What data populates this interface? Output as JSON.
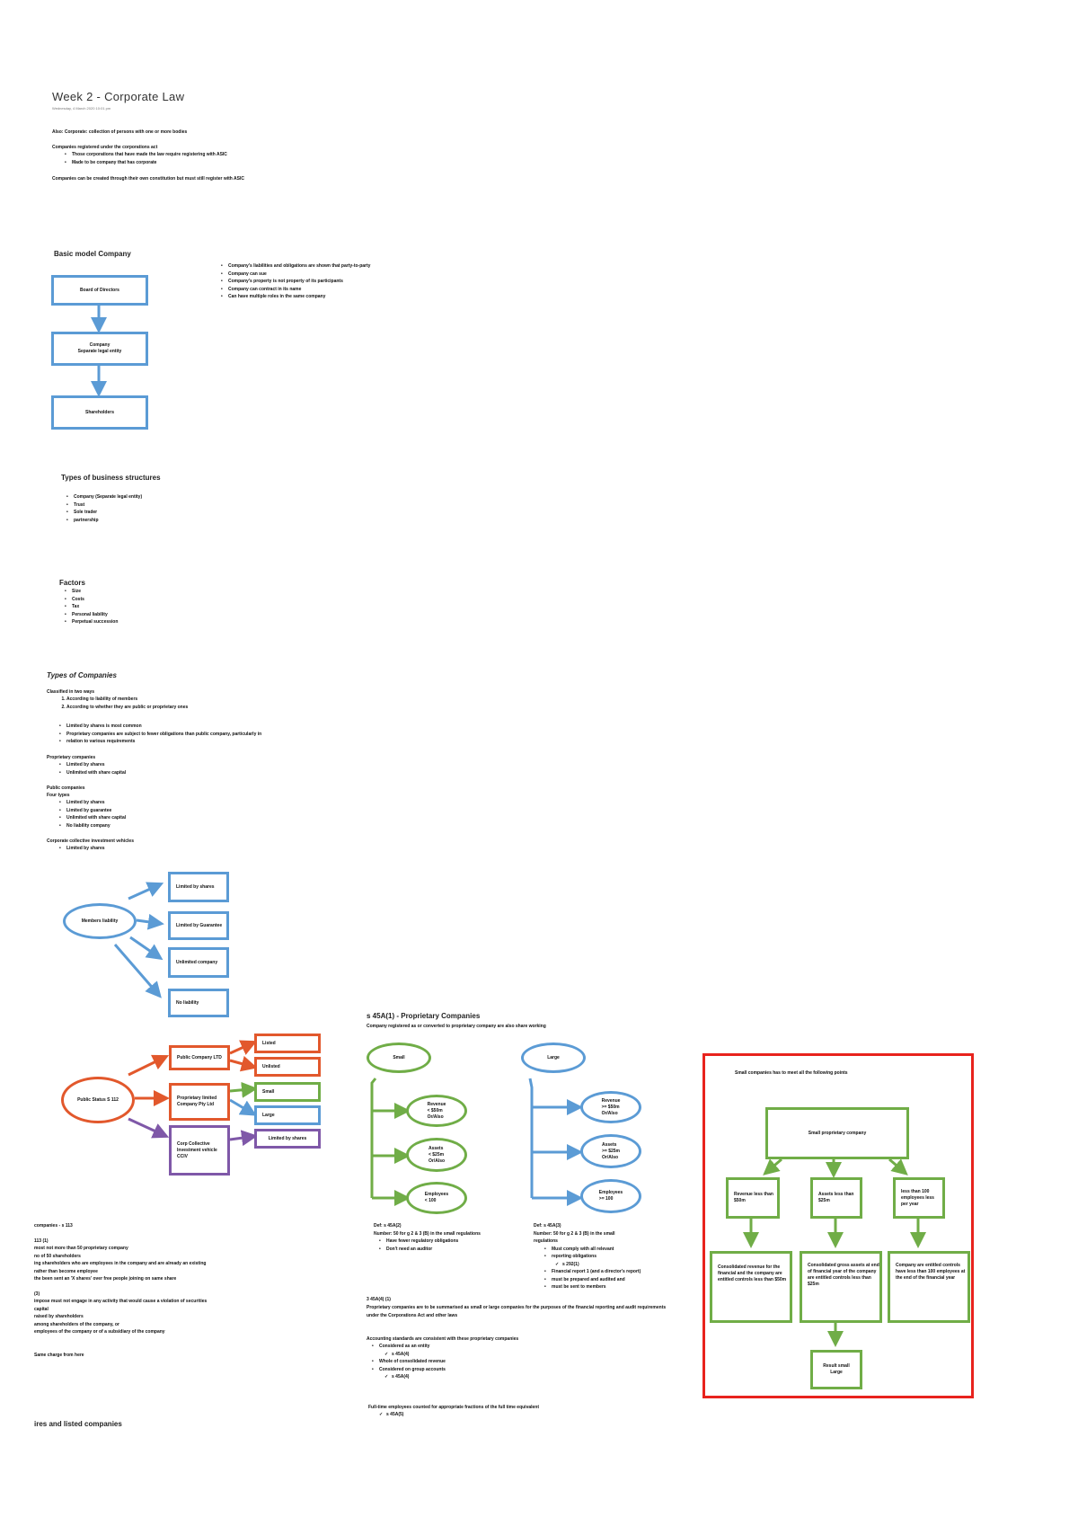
{
  "page": {
    "title": "Week 2 - Corporate Law",
    "meta": "Wednesday, 4 March 2020    10:01 pm"
  },
  "intro": {
    "line1": "Also: Corporate: collection of persons with one or more bodies",
    "line2": "Companies registered under the corporations act",
    "bullets": [
      "Those corporations that have made the law require registering with ASIC",
      "Made to be company that has corporate"
    ],
    "line3": "Companies can be created through their own constitution but must still register with ASIC"
  },
  "basic_model": {
    "heading": "Basic model Company",
    "box1": "Board of Directors",
    "box2": "Company\nSeparate legal entity",
    "box3": "Shareholders",
    "bullets": [
      "Company's liabilities and obligations are shown that party-to-party",
      "Company can sue",
      "Company's property is not property of its participants",
      "Company can contract in its name",
      "Can have multiple roles in the same company"
    ]
  },
  "business_structures": {
    "heading": "Types of business structures",
    "items": [
      "Company (Separate legal entity)",
      "Trust",
      "Sole trader",
      "partnership"
    ]
  },
  "factors": {
    "heading": "Factors",
    "items": [
      "Size",
      "Costs",
      "Tax",
      "Personal liability",
      "Perpetual succession"
    ]
  },
  "types_companies": {
    "heading": "Types of Companies",
    "classified": "Classified in two ways",
    "numbered": [
      "According to liability of members",
      "According to whether they are public or proprietary ones"
    ],
    "bullets": [
      "Limited by shares is most common",
      "Proprietary companies are subject to fewer obligations than public company, particularly in",
      "relation to various requirements"
    ],
    "prop_heading": "Proprietary companies",
    "prop_items": [
      "Limited by shares",
      "Unlimited with share capital"
    ],
    "pub_heading": "Public companies",
    "pub_sub": "Four types",
    "pub_items": [
      "Limited by shares",
      "Limited by guarantee",
      "Unlimited with share capital",
      "No liability company"
    ],
    "cci_heading": "Corporate collective investment vehicles",
    "cci_items": [
      "Limited by shares"
    ]
  },
  "member_diagram": {
    "oval": "Members liability",
    "boxes": [
      "Limited by shares",
      "Limited by Guarantee",
      "Unlimited company",
      "No liability"
    ]
  },
  "public_status_diagram": {
    "oval": "Public Status S 112",
    "box_public": "Public Company LTD",
    "box_proprietary": "Proprietary limited Company Pty Ltd",
    "box_ccv": "Corp Collective Investment vehicle\nCCIV",
    "listed": "Listed",
    "unlisted": "Unlisted",
    "small": "Small",
    "large": "Large",
    "limited_by_shares": "Limited by shares"
  },
  "small_notes": {
    "heading": "companies - s 113",
    "part_a_heading": "113 (1)",
    "part_a_lines": [
      "most not more than 50 proprietary company",
      "no of 50 shareholders",
      "ing shareholders who are employees in the company and are already an existing",
      "rather than become employee",
      "the been sent an 'X shares' over free people joining on same share"
    ],
    "part_b_heading": "(3)",
    "part_b_lines": [
      "impose must not engage in any activity that would cause a violation of securities",
      "capital",
      "raised by shareholders",
      "among shareholders of the company, or",
      "employees of the company or of a subsidiary of the company"
    ],
    "foot": "Same charge from here",
    "bottom": "ires and listed companies"
  },
  "prop_companies": {
    "heading": "s 45A(1) - Proprietary Companies",
    "sub": "Company registered as or converted to proprietary company are also share working",
    "small_oval": "Small",
    "large_oval": "Large",
    "small_children": [
      "Revenue\n< $50m\nOr/Also",
      "Assets\n< $25m\nOr/Also",
      "Employees\n< 100"
    ],
    "large_children": [
      "Revenue\n>= $50m\nOr/Also",
      "Assets\n>= $25m\nOr/Also",
      "Employees\n>= 100"
    ],
    "small_notes": [
      "Def: s 45A(2)",
      "Number: 50 for g 2 & 3 (B) in the small regulations"
    ],
    "small_bullets": [
      "Have fewer regulatory obligations",
      "Don't need an auditor"
    ],
    "large_notes": [
      "Def: s 45A(3)",
      "Number: 50 for g 2 & 3 (B) in the small",
      "regulations"
    ],
    "large_bullets": [
      "Must comply with all relevant",
      "reporting obligations",
      "Financial report 1 (and a director's report)",
      "must be prepared and audited and",
      "must be sent to members"
    ],
    "large_check": "s 292(1)",
    "s45a_heading": "3 45A(4) (1)",
    "s45a_lines": [
      "Proprietary companies are to be summarised as small or large companies for the purposes of the financial reporting and audit requirements",
      "under the Corporations Act and other laws"
    ],
    "acct_heading": "Accounting standards are consistent with these proprietary companies",
    "acct_items": [
      "Considered as an entity",
      "Whole of consolidated revenue",
      "Considered on group accounts"
    ],
    "acct_checks": [
      "s 45A(4)",
      "s 45A(4)"
    ],
    "ft_line": "Full-time employees counted for appropriate fractions of the full time equivalent",
    "ft_check": "s 45A(5)"
  },
  "test_box": {
    "caption": "Small companies has to meet all the following points",
    "top": "Small proprietary company",
    "mid": [
      "Revenue less than $50m",
      "Assets less than $25m",
      "less than 100 employees less per year"
    ],
    "low": [
      "Consolidated revenue for the financial and the company are entitled controls less than $50m",
      "Consolidated gross assets at end of financial year of the company are entitled controls less than $25m",
      "Company are entitled controls have less than 100 employees at the end of the financial year"
    ],
    "result": "Result small\nLarge"
  },
  "colors": {
    "blue": "#5b9bd5",
    "orange": "#e2582c",
    "green": "#70ad47",
    "purple": "#7f58a8",
    "red": "#e8231d"
  }
}
